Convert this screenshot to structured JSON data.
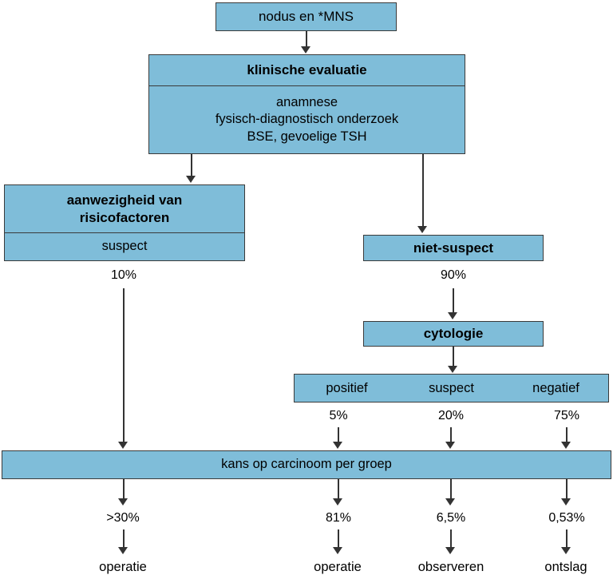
{
  "diagram": {
    "title": "nodus en *MNS",
    "nodes": {
      "root": {
        "label": "nodus en *MNS"
      },
      "klinische_evaluatie": {
        "header": "klinische evaluatie",
        "body_lines": [
          "anamnese",
          "fysisch-diagnostisch onderzoek",
          "BSE, gevoelige TSH"
        ]
      },
      "risicofactoren": {
        "header_line1": "aanwezigheid van",
        "header_line2": "risicofactoren",
        "body": "suspect"
      },
      "niet_suspect": {
        "label": "niet-suspect"
      },
      "cytologie": {
        "label": "cytologie"
      },
      "cytologie_results": {
        "positief": "positief",
        "suspect": "suspect",
        "negatief": "negatief"
      },
      "kans": {
        "label": "kans op carcinoom per groep"
      }
    },
    "edge_labels": {
      "risico_pct": "10%",
      "niet_suspect_pct": "90%",
      "positief_pct": "5%",
      "cyt_suspect_pct": "20%",
      "negatief_pct": "75%",
      "risk_left": ">30%",
      "risk_positief": "81%",
      "risk_suspect": "6,5%",
      "risk_negatief": "0,53%"
    },
    "outcomes": {
      "left": "operatie",
      "positief": "operatie",
      "suspect": "observeren",
      "negatief": "ontslag"
    },
    "colors": {
      "box_fill": "#7FBDD9",
      "box_border": "#3a3a3a",
      "connector": "#333333",
      "background": "#ffffff",
      "text": "#000000"
    }
  }
}
